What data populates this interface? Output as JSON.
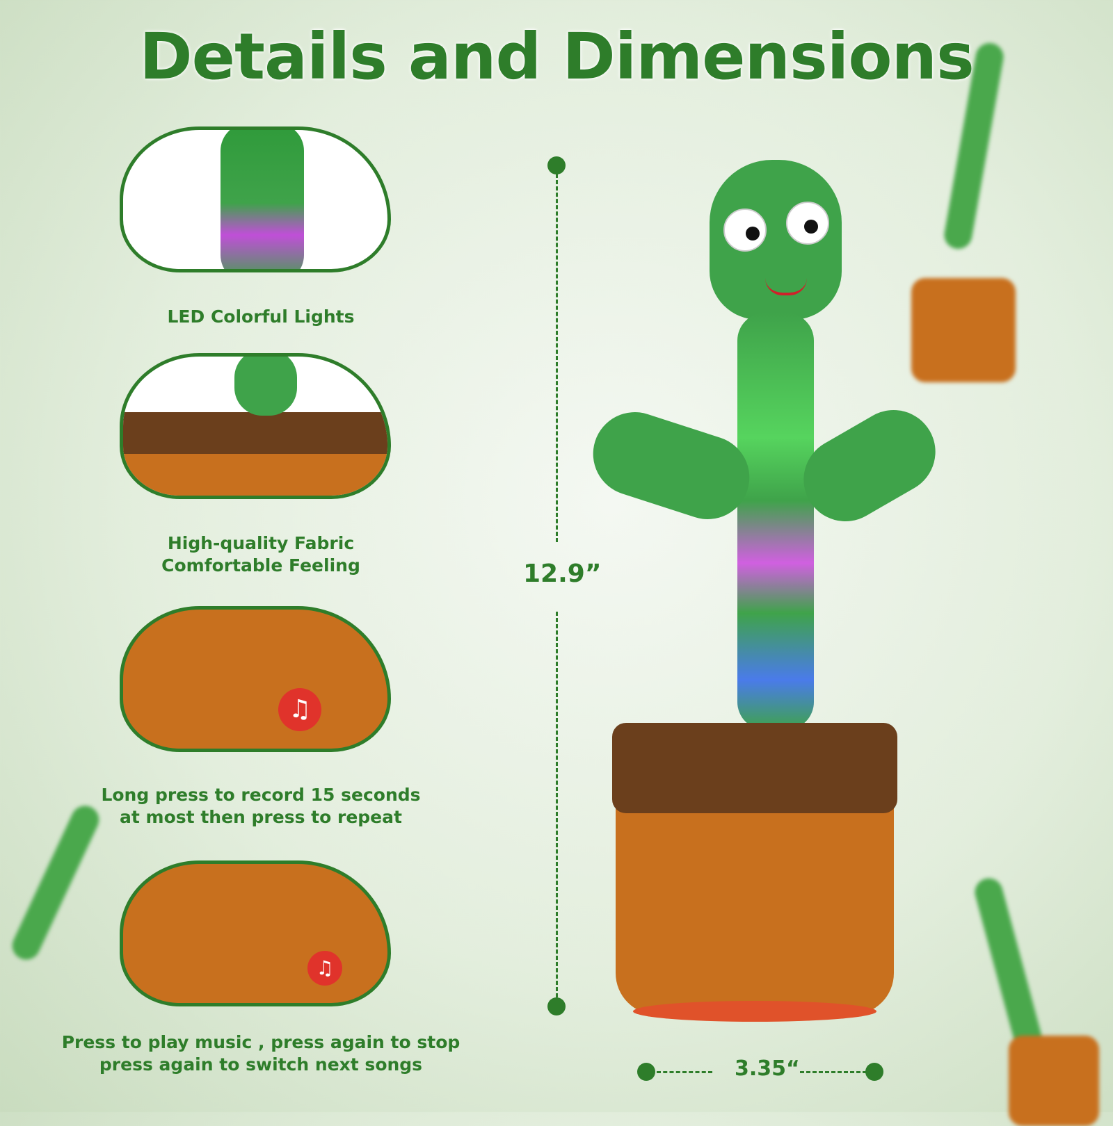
{
  "title": "Details and Dimensions",
  "features": [
    {
      "caption_lines": [
        "LED Colorful Lights"
      ]
    },
    {
      "caption_lines": [
        "High-quality Fabric",
        "Comfortable Feeling"
      ]
    },
    {
      "caption_lines": [
        "Long press to record 15 seconds",
        "at most then press to repeat"
      ]
    },
    {
      "caption_lines": [
        "Press to play music , press again to stop",
        "press again to switch next songs"
      ]
    }
  ],
  "dimensions": {
    "height": "12.9”",
    "width": "3.35“"
  },
  "colors": {
    "accent": "#2e7d2a",
    "cactus": "#3fa34a",
    "pot": "#c8701e",
    "rim": "#6b3f1c"
  }
}
